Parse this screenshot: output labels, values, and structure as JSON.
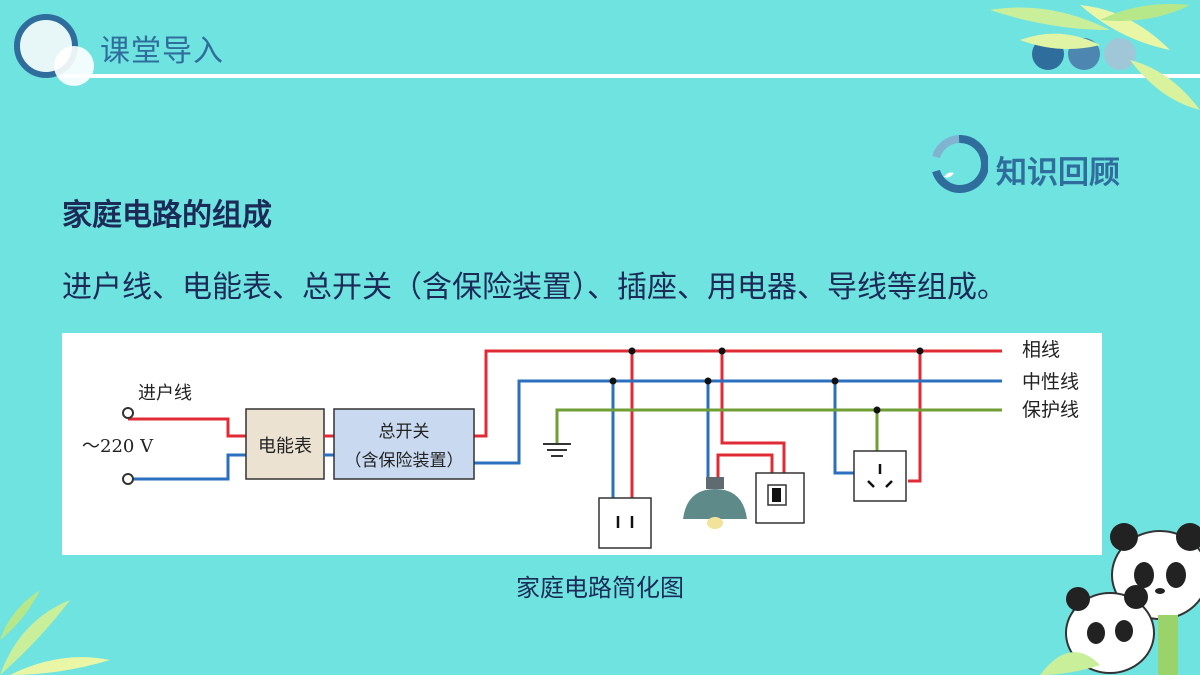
{
  "header": {
    "title": "课堂导入"
  },
  "badge": {
    "label": "知识回顾"
  },
  "section": {
    "title": "家庭电路的组成"
  },
  "body": {
    "text": "进户线、电能表、总开关（含保险装置）、插座、用电器、导线等组成。"
  },
  "diagram": {
    "labels": {
      "incoming": "进户线",
      "voltage": "～220 V",
      "meter": "电能表",
      "switch_line1": "总开关",
      "switch_line2": "（含保险装置）",
      "live": "相线",
      "neutral": "中性线",
      "ground": "保护线"
    },
    "wire_colors": {
      "live": "#e02b35",
      "neutral": "#2b6fbf",
      "ground": "#6f9e34"
    },
    "caption": "家庭电路简化图"
  },
  "colors": {
    "background": "#6fe3e0",
    "accent": "#2f6e9c",
    "text": "#1b2a57"
  },
  "icons": [
    "logo-ring-icon",
    "dots-icon",
    "refresh-circle-icon",
    "leaf-decoration-icon",
    "panda-decoration-icon"
  ]
}
